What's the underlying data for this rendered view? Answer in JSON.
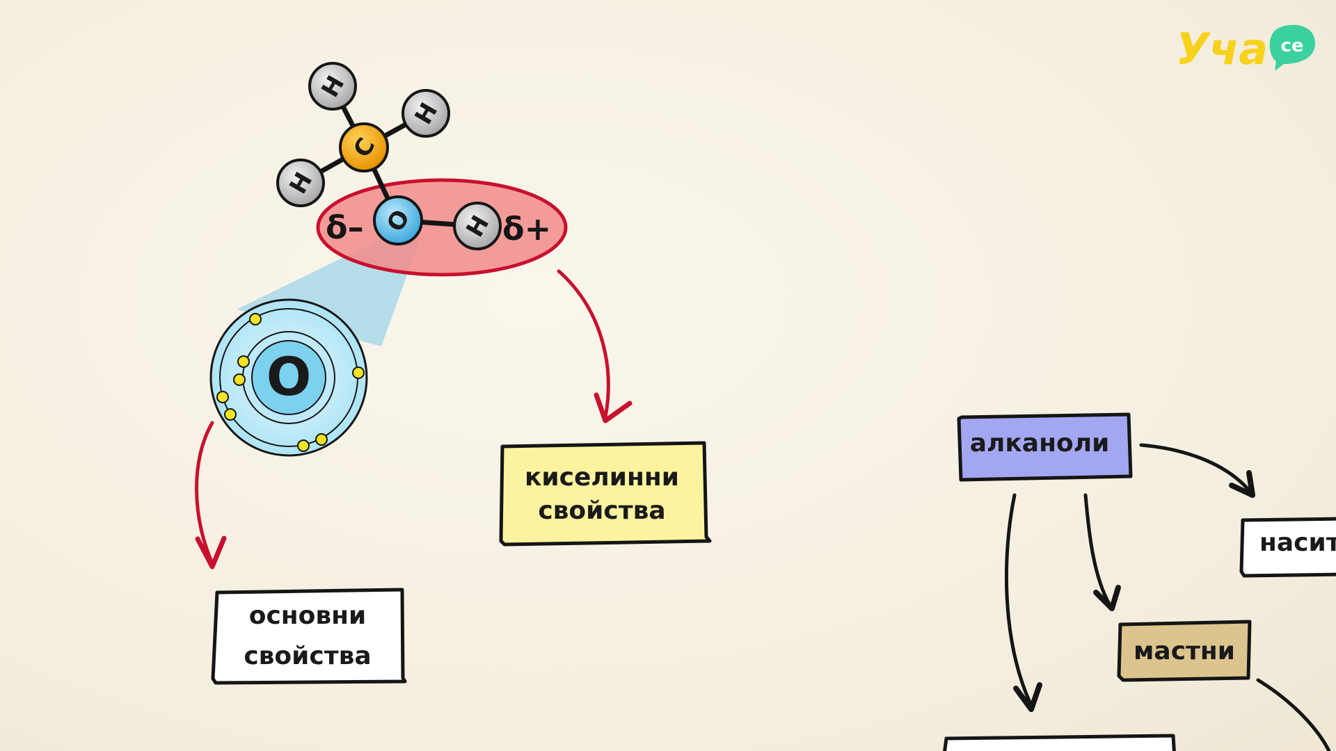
{
  "logo": {
    "text": "Уча",
    "badge": "се"
  },
  "molecule": {
    "atoms": {
      "carbon": "C",
      "oxygen": "O",
      "hydrogen": "H"
    },
    "partial_negative": "δ–",
    "partial_positive": "δ+"
  },
  "oxygen_detail": {
    "symbol": "O"
  },
  "boxes": {
    "acid_properties": {
      "line1": "киселинни",
      "line2": "свойства"
    },
    "basic_properties": {
      "line1": "основни",
      "line2": "свойства"
    },
    "alkanols": "алканоли",
    "saturated": "насит",
    "fatty": "мастни"
  },
  "colors": {
    "background": "#f6f1e4",
    "arrow_red": "#c8102e",
    "highlight_red": "#f08080",
    "carbon": "#f5a300",
    "oxygen": "#6cc7ef",
    "hydrogen": "#c9c9c9",
    "box_yellow": "#fbf3a0",
    "box_blue": "#a3a7f2",
    "box_tan": "#dcc48f",
    "box_white": "#ffffff",
    "logo_yellow": "#f7d21b",
    "logo_green": "#3ad0a0"
  }
}
